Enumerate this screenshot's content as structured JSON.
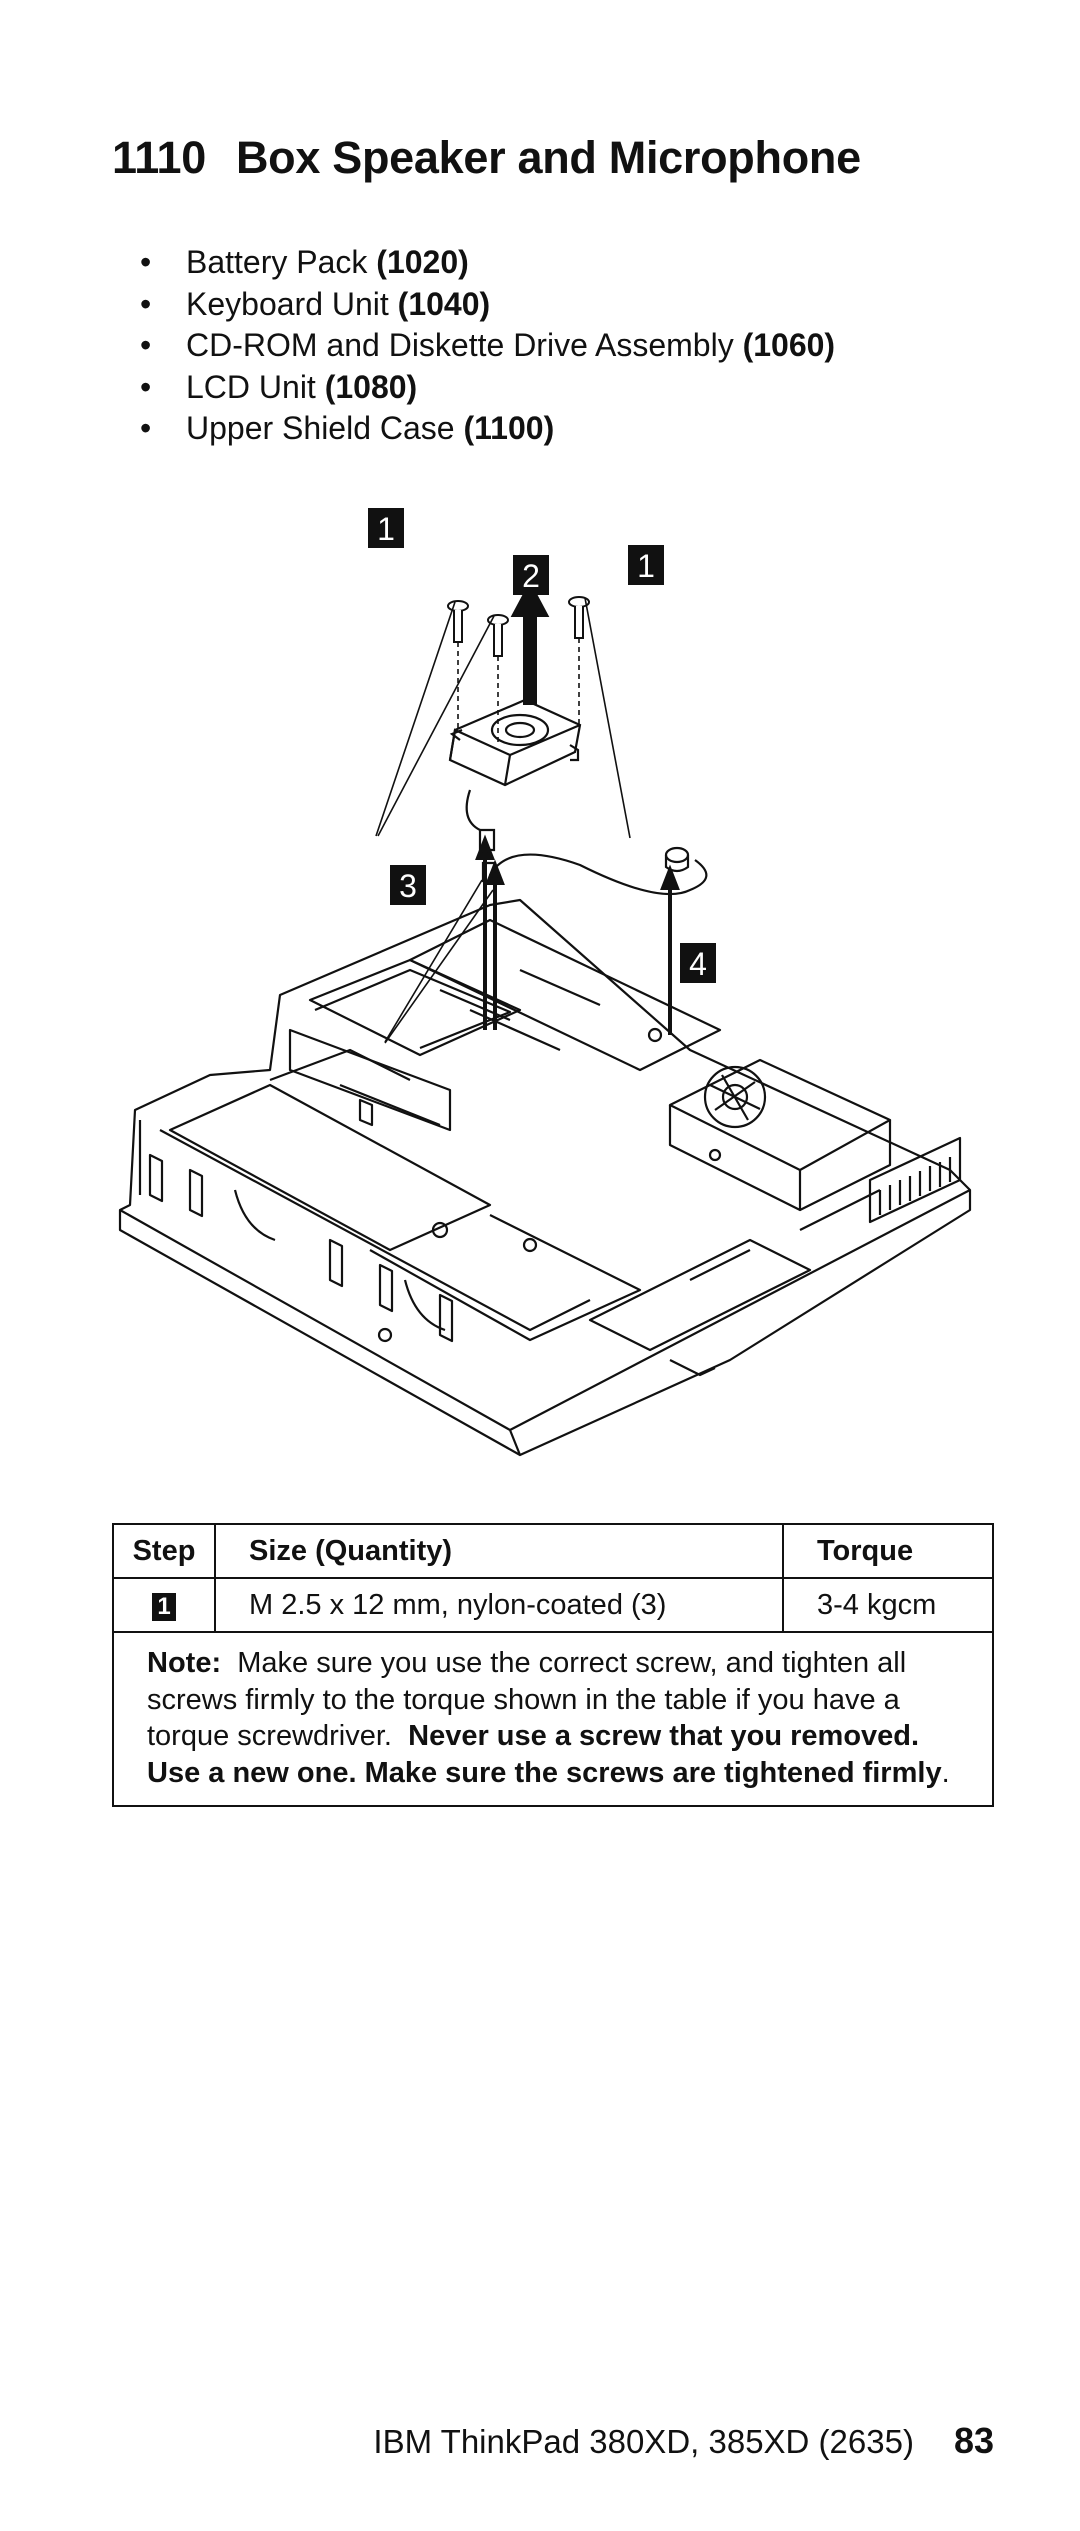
{
  "heading": {
    "number": "1110",
    "title": "Box Speaker and Microphone"
  },
  "prerequisites": [
    {
      "bullet": "•",
      "text": "Battery Pack",
      "code": "(1020)"
    },
    {
      "bullet": "•",
      "text": "Keyboard Unit",
      "code": "(1040)"
    },
    {
      "bullet": "•",
      "text": "CD-ROM and Diskette Drive Assembly",
      "code": "(1060)"
    },
    {
      "bullet": "•",
      "text": "LCD Unit",
      "code": "(1080)"
    },
    {
      "bullet": "•",
      "text": "Upper Shield Case",
      "code": "(1100)"
    }
  ],
  "figure": {
    "callouts": [
      "1",
      "2",
      "1",
      "3",
      "4"
    ]
  },
  "table": {
    "headers": {
      "step": "Step",
      "size": "Size (Quantity)",
      "torque": "Torque"
    },
    "row": {
      "step": "1",
      "size": "M 2.5 x 12 mm, nylon-coated (3)",
      "torque": "3-4 kgcm"
    },
    "note": {
      "label": "Note:",
      "text": "Make sure you use the correct screw, and tighten all screws firmly to the torque shown in the table if you have a torque screwdriver.",
      "bold": "Never use a screw that you removed. Use a new one. Make sure the screws are tightened firmly",
      "end": "."
    }
  },
  "footer": {
    "product": "IBM ThinkPad 380XD, 385XD (2635)",
    "page": "83"
  }
}
